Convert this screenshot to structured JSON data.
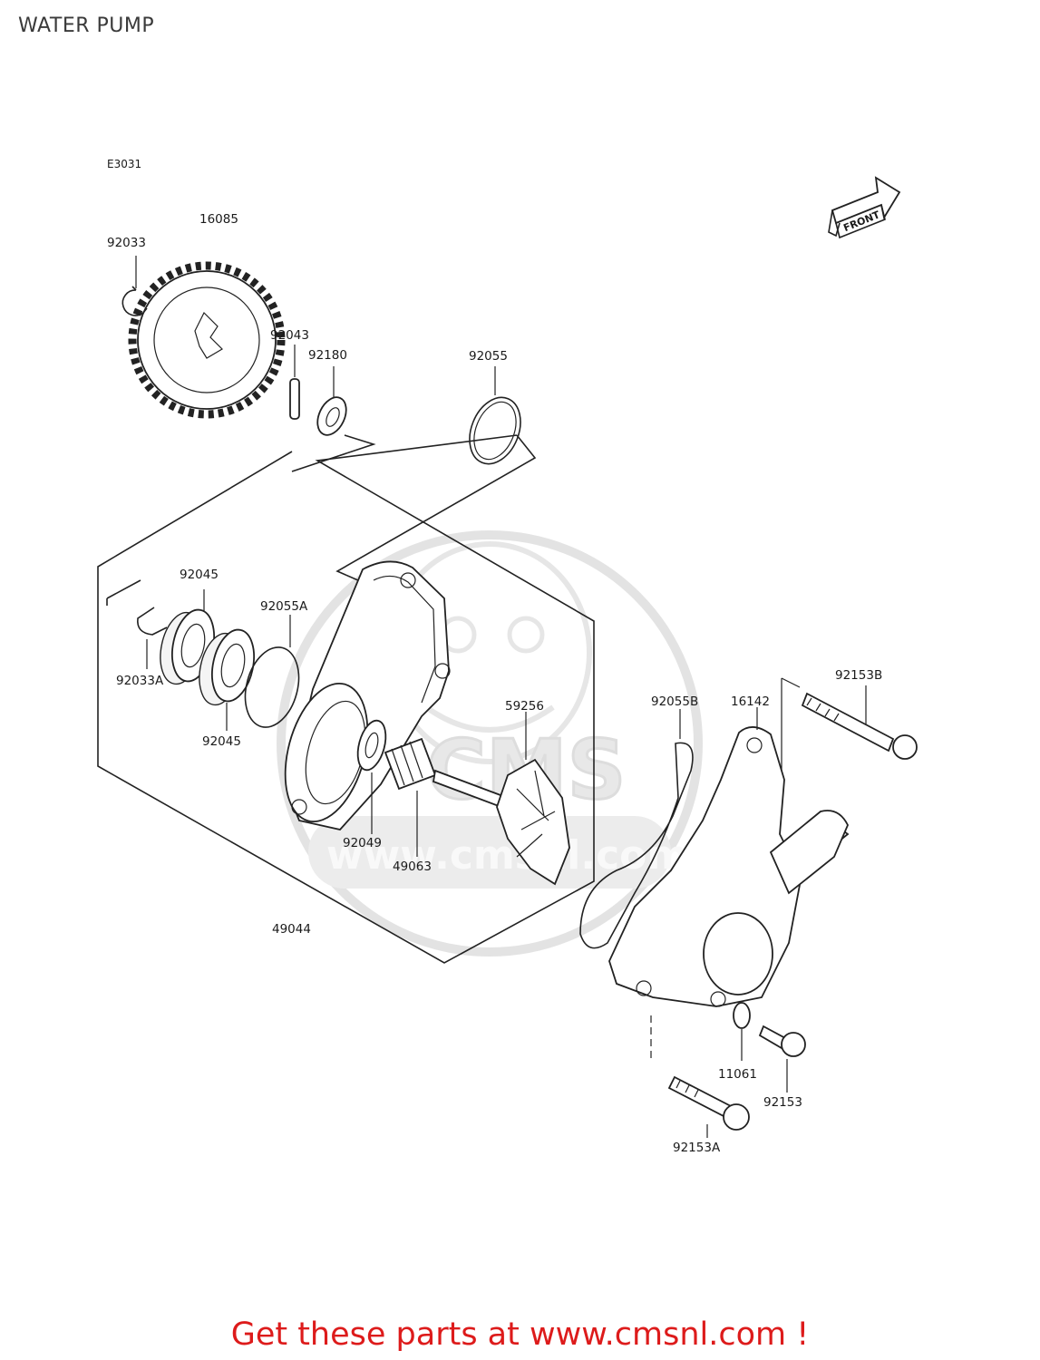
{
  "page": {
    "title": "WATER PUMP"
  },
  "diagram": {
    "ref_code": "E3031",
    "front_label": "FRONT",
    "watermark_text": "CMS",
    "watermark_url": "www.cmsnl.com",
    "part_numbers": [
      "92033",
      "16085",
      "92043",
      "92180",
      "92055",
      "92045",
      "92055A",
      "92033A",
      "92045",
      "92049",
      "49063",
      "59256",
      "49044",
      "92055B",
      "16142",
      "92153B",
      "11061",
      "92153",
      "92153A"
    ]
  },
  "footer": {
    "link_text": "Get these parts at www.cmsnl.com !"
  },
  "colors": {
    "footer": "#dd1b1b",
    "line": "#222222",
    "watermark": "#d0d0d0"
  }
}
